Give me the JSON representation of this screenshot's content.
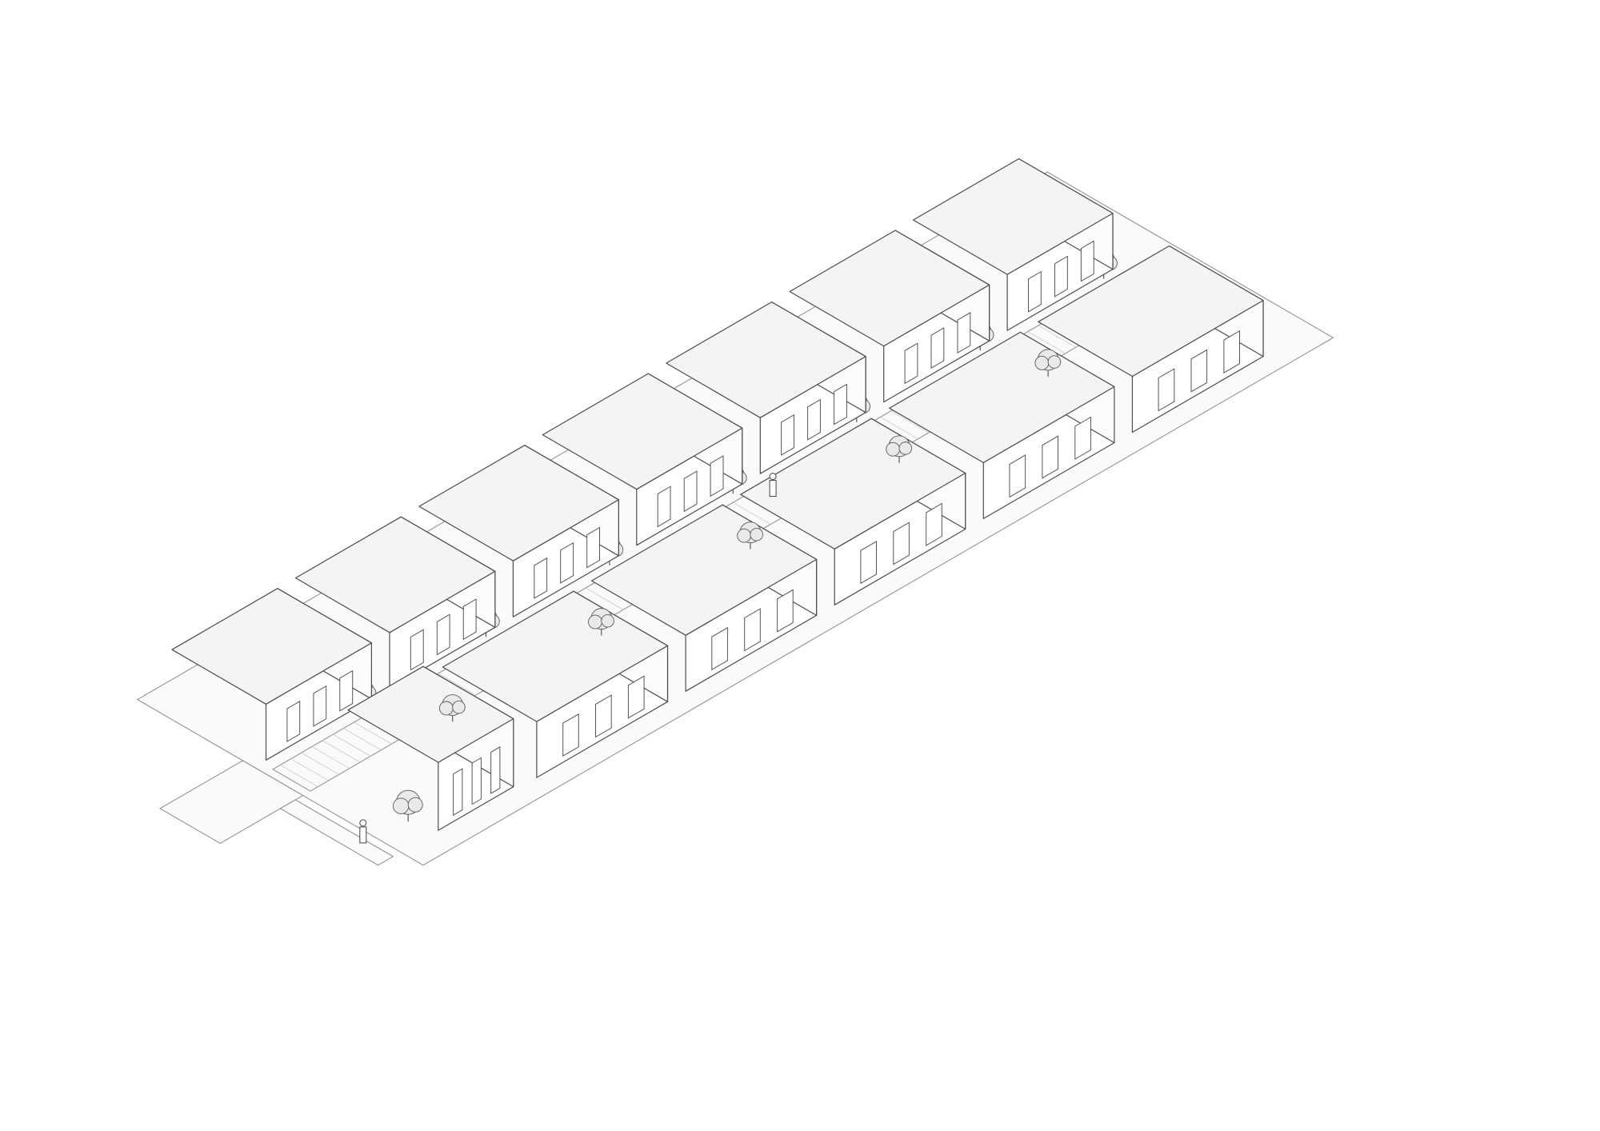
{
  "drawing": {
    "kind": "isometric architectural axonometric",
    "line_color": "#4d4d4d",
    "roof_fill": "#f4f4f4",
    "wall_fill": "#ffffff",
    "ground_fill": "#fafafa",
    "units_north_row": 7,
    "units_south_row": 5,
    "has_central_lane": true,
    "has_entry_path": true,
    "people_shown": 2
  }
}
